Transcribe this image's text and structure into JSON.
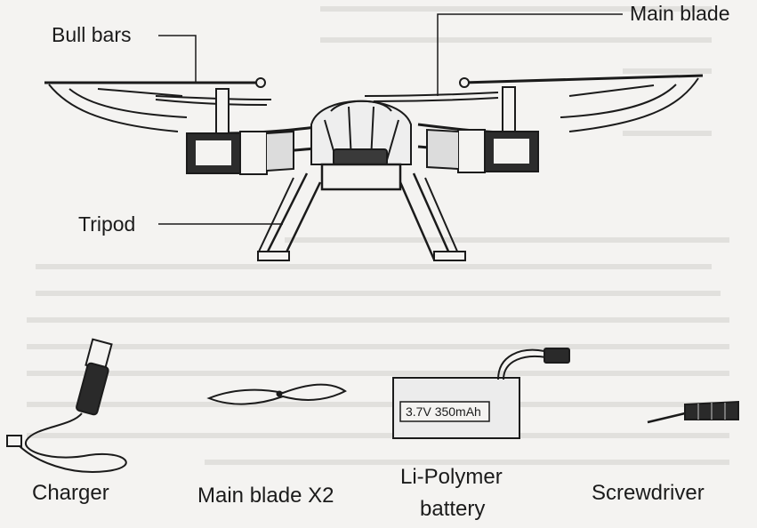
{
  "callouts": {
    "bull_bars": "Bull bars",
    "main_blade": "Main blade",
    "tripod": "Tripod"
  },
  "accessories": {
    "charger": "Charger",
    "main_blade_x2": "Main blade X2",
    "battery_line1": "Li-Polymer",
    "battery_line2": "battery",
    "screwdriver": "Screwdriver"
  },
  "battery_label": "3.7V 350mAh",
  "colors": {
    "ink": "#1b1b1b",
    "paper": "#f4f3f1",
    "shade": "#3a3a3a"
  }
}
